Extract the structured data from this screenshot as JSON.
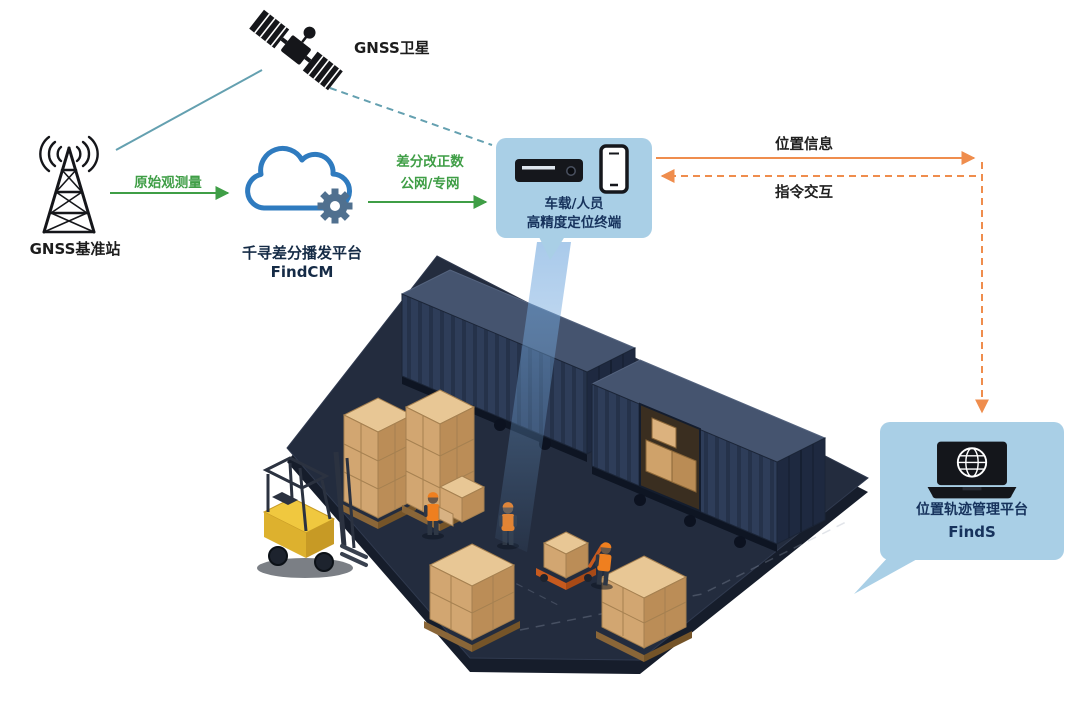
{
  "nodes": {
    "satellite": {
      "label": "GNSS卫星"
    },
    "base_station": {
      "label": "GNSS基准站"
    },
    "cloud": {
      "title": "千寻差分播发平台",
      "subtitle": "FindCM"
    },
    "terminal": {
      "line1": "车载/人员",
      "line2": "高精度定位终端"
    },
    "platform": {
      "title": "位置轨迹管理平台",
      "subtitle": "FindS"
    }
  },
  "edges": {
    "raw_observation": {
      "label": "原始观测量"
    },
    "correction": {
      "line1": "差分改正数",
      "line2": "公网/专网"
    },
    "position_info": {
      "label": "位置信息"
    },
    "command_interaction": {
      "label": "指令交互"
    }
  },
  "icons": {
    "satellite": "satellite-icon",
    "base_station": "radio-tower-icon",
    "cloud": "cloud-gear-icon",
    "terminal_device": "vehicle-terminal-icon",
    "terminal_phone": "smartphone-icon",
    "platform": "laptop-globe-icon"
  },
  "colors": {
    "link_teal": "#64a0b0",
    "arrow_green": "#3f9e46",
    "arrow_orange": "#ef8d4d",
    "bubble_bg": "#a9cfe6",
    "bubble_text": "#16325c",
    "cloud_blue": "#2f7bbf",
    "gear_blue": "#50708f",
    "ground_navy": "#232c3e",
    "container_navy": "#2e3d59",
    "crate_tan": "#d2a671",
    "forklift_yellow": "#f0c83f",
    "vest_orange": "#ef7f1f",
    "beam_blue": "#74a9de"
  }
}
